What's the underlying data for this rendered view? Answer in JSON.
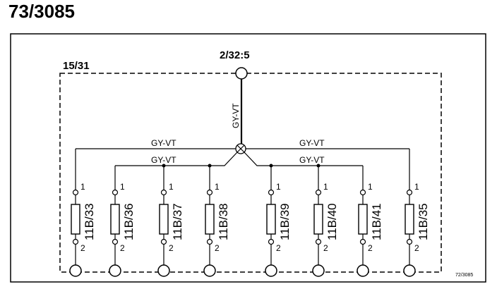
{
  "diagram_title": "73/3085",
  "frame_label": "15/31",
  "top_connector": "2/32:5",
  "wires": {
    "vertical": "GY-VT",
    "upper_left": "GY-VT",
    "upper_right": "GY-VT",
    "lower_left": "GY-VT",
    "lower_right": "GY-VT"
  },
  "pin_top": "1",
  "pin_bottom": "2",
  "fuses": [
    "11B/33",
    "11B/36",
    "11B/37",
    "11B/38",
    "11B/39",
    "11B/40",
    "11B/41",
    "11B/35"
  ],
  "footer_ref": "72/3085"
}
